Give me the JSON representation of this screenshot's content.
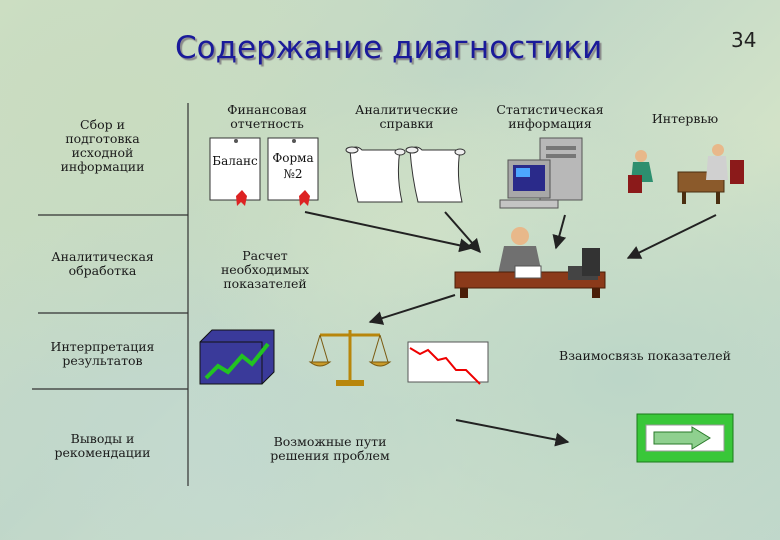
{
  "title": "Содержание диагностики",
  "page_number": "34",
  "stages": [
    {
      "label": "Сбор и\nподготовка\nисходной\nинформации"
    },
    {
      "label": "Аналитическая\nобработка"
    },
    {
      "label": "Интерпретация\nрезультатов"
    },
    {
      "label": "Выводы и\nрекомендации"
    }
  ],
  "sources": [
    {
      "label": "Финансовая\nотчетность"
    },
    {
      "label": "Аналитические\nсправки"
    },
    {
      "label": "Статистическая\nинформация"
    },
    {
      "label": "Интервью"
    }
  ],
  "documents": [
    {
      "label": "Баланс"
    },
    {
      "label": "Форма\n№2"
    }
  ],
  "calc_label": "Расчет\nнеобходимых\nпоказателей",
  "relations_label": "Взаимосвязь показателей",
  "solutions_label": "Возможные пути\nрешения проблем",
  "colors": {
    "title": "#1a1a9a",
    "arrow_button": "#38b838",
    "button_frame": "#16b016"
  }
}
